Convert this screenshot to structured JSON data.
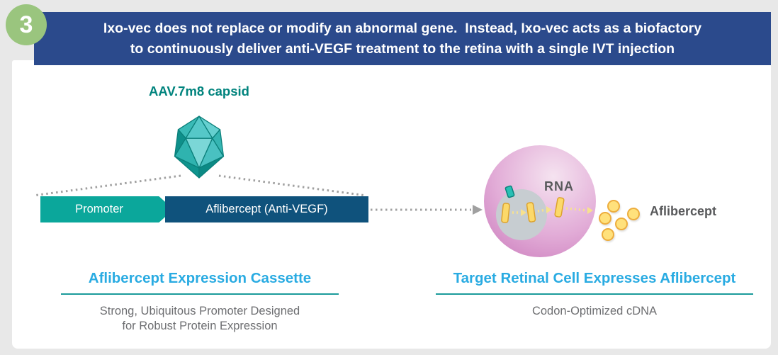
{
  "page": {
    "step_number": "3"
  },
  "header": {
    "line1": "Ixo-vec does not replace or modify an abnormal gene.  Instead, Ixo-vec acts as a biofactory",
    "line2": "to continuously deliver anti-VEGF treatment to the retina with a single IVT injection"
  },
  "capsid": {
    "label": "AAV.7m8 capsid"
  },
  "cassette": {
    "promoter_label": "Promoter",
    "gene_label": "Aflibercept (Anti-VEGF)"
  },
  "cell": {
    "rna_label": "RNA",
    "protein_label": "Aflibercept"
  },
  "sections": {
    "left": {
      "title": "Aflibercept Expression Cassette",
      "subtitle_line1": "Strong, Ubiquitous Promoter Designed",
      "subtitle_line2": "for Robust Protein Expression"
    },
    "right": {
      "title": "Target Retinal Cell Expresses Aflibercept",
      "subtitle": "Codon-Optimized cDNA"
    }
  },
  "colors": {
    "page_bg": "#E8E8E8",
    "card_bg": "#FFFFFF",
    "banner_blue": "#2B4A8C",
    "badge_green": "#9AC57E",
    "teal_dark": "#00837D",
    "promoter_teal": "#0BA79B",
    "gene_box_blue": "#0F527C",
    "title_blue": "#29ABE2",
    "underline_teal": "#1B9B9B",
    "text_gray": "#6D6E71",
    "text_dark_gray": "#58595B",
    "dotted_gray": "#A0A0A0",
    "cell_pink_light": "#F5E3F0",
    "cell_pink_dark": "#C978BA",
    "nucleus_gray": "#C7CDD1",
    "protein_yellow": "#FFE17C",
    "protein_yellow_border": "#EDAD3D",
    "rna_yellow": "#F7E18F",
    "rna_bar_fill": "#FCD96A",
    "rna_bar_border": "#DCA32F"
  }
}
